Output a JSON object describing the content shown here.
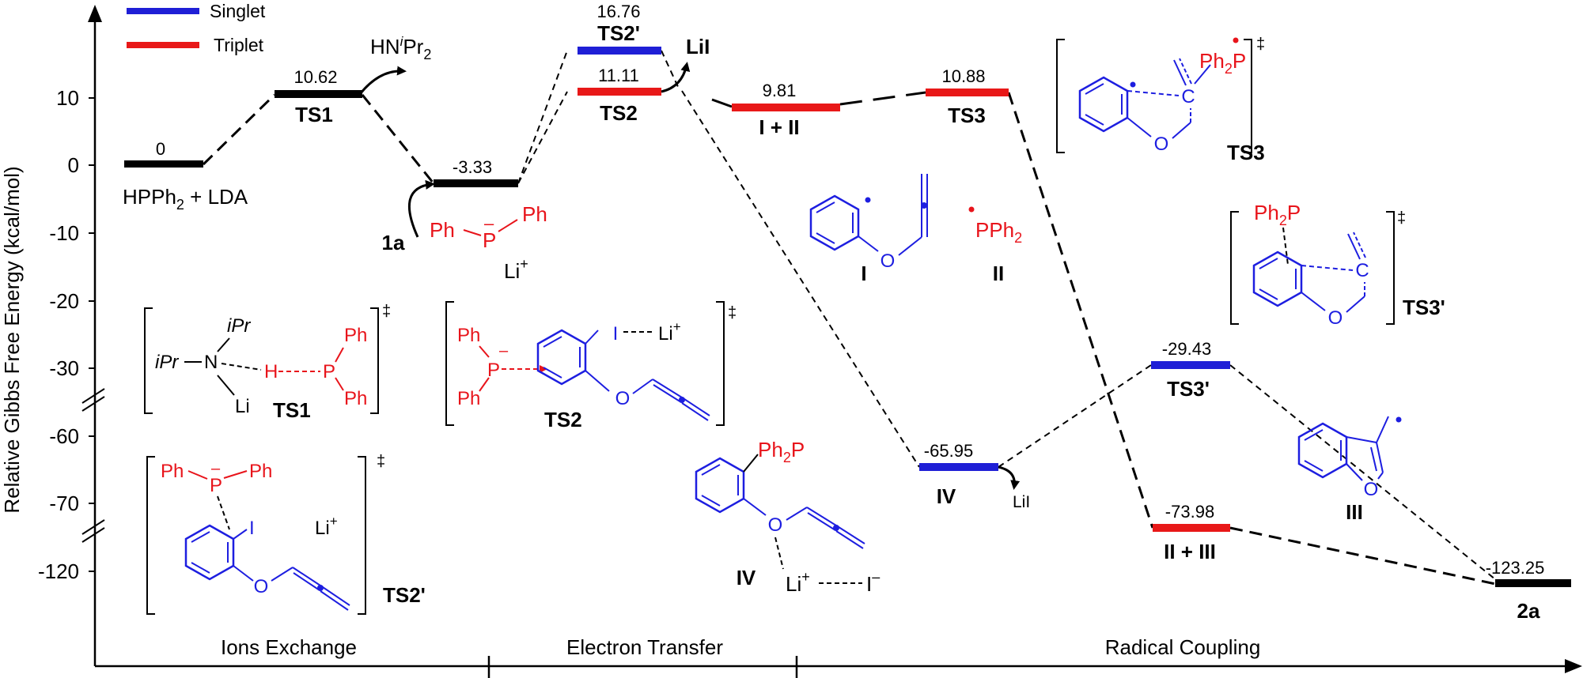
{
  "colors": {
    "singlet": "#1f1fd6",
    "triplet": "#e81818",
    "level": "#000000",
    "mol_red": "#e8141b",
    "mol_blue": "#1d1ee0"
  },
  "legend": {
    "singlet": "Singlet",
    "triplet": "Triplet"
  },
  "axis": {
    "ylabel": "Relative Gibbs Free Energy (kcal/mol)",
    "yticks": [
      "10",
      "0",
      "-10",
      "-20",
      "-30",
      "-60",
      "-70",
      "-120"
    ],
    "sections": [
      "Ions Exchange",
      "Electron Transfer",
      "Radical Coupling"
    ]
  },
  "levels": {
    "hpph2": {
      "value": "0",
      "label": "HPPh",
      "label_sub": "2",
      "label_tail": " + LDA"
    },
    "ts1": {
      "value": "10.62",
      "label": "TS1"
    },
    "int": {
      "value": "-3.33",
      "label": "1a"
    },
    "ts2p": {
      "value": "16.76",
      "label": "TS2'"
    },
    "ts2": {
      "value": "11.11",
      "label": "TS2"
    },
    "i_ii": {
      "value": "9.81",
      "label": "I + II"
    },
    "ts3": {
      "value": "10.88",
      "label": "TS3"
    },
    "iv": {
      "value": "-65.95",
      "label": "IV"
    },
    "ts3p": {
      "value": "-29.43",
      "label": "TS3'"
    },
    "ii_iii": {
      "value": "-73.98",
      "label": "II + III"
    },
    "p2a": {
      "value": "-123.25",
      "label": "2a"
    }
  },
  "byproducts": {
    "hnipr2_main": "HN",
    "hnipr2_sup": "i",
    "hnipr2_tail": "Pr",
    "hnipr2_sub": "2",
    "lii_top": "LiI",
    "lii_iv": "LiI"
  },
  "structures": {
    "anion": {
      "ph1": "Ph",
      "p": "P",
      "minus": "–",
      "ph2": "Ph",
      "li": "Li",
      "li_sup": "+"
    },
    "ts1": {
      "ipr_top": "iPr",
      "ipr_left": "iPr",
      "n": "N",
      "h": "H",
      "p": "P",
      "ph_top": "Ph",
      "ph_bot": "Ph",
      "li": "Li",
      "dagger": "‡",
      "name": "TS1"
    },
    "ts2": {
      "ph_top": "Ph",
      "ph_bot": "Ph",
      "p": "P",
      "minus": "–",
      "i": "I",
      "li": "Li",
      "li_sup": "+",
      "o": "O",
      "dagger": "‡",
      "name": "TS2"
    },
    "ts2p": {
      "ph_left": "Ph",
      "ph_right": "Ph",
      "p": "P",
      "minus": "–",
      "i": "I",
      "li": "Li",
      "li_sup": "+",
      "o": "O",
      "dagger": "‡",
      "name": "TS2'"
    },
    "ts3": {
      "ph2p": "Ph",
      "ph2p_sub": "2",
      "ph2p_p": "P",
      "c": "C",
      "o": "O",
      "dagger": "‡",
      "name": "TS3"
    },
    "radicals": {
      "o": "O",
      "pph2": "PPh",
      "pph2_sub": "2",
      "name_i": "I",
      "name_ii": "II"
    },
    "ts3p": {
      "ph2p": "Ph",
      "ph2p_sub": "2",
      "ph2p_p": "P",
      "c": "C",
      "o": "O",
      "dagger": "‡",
      "name": "TS3'"
    },
    "iv": {
      "ph2p": "Ph",
      "ph2p_sub": "2",
      "ph2p_p": "P",
      "o": "O",
      "li": "Li",
      "li_sup": "+",
      "i": "I",
      "i_sup": "–",
      "name": "IV"
    },
    "iii": {
      "o": "O",
      "name": "III"
    }
  }
}
